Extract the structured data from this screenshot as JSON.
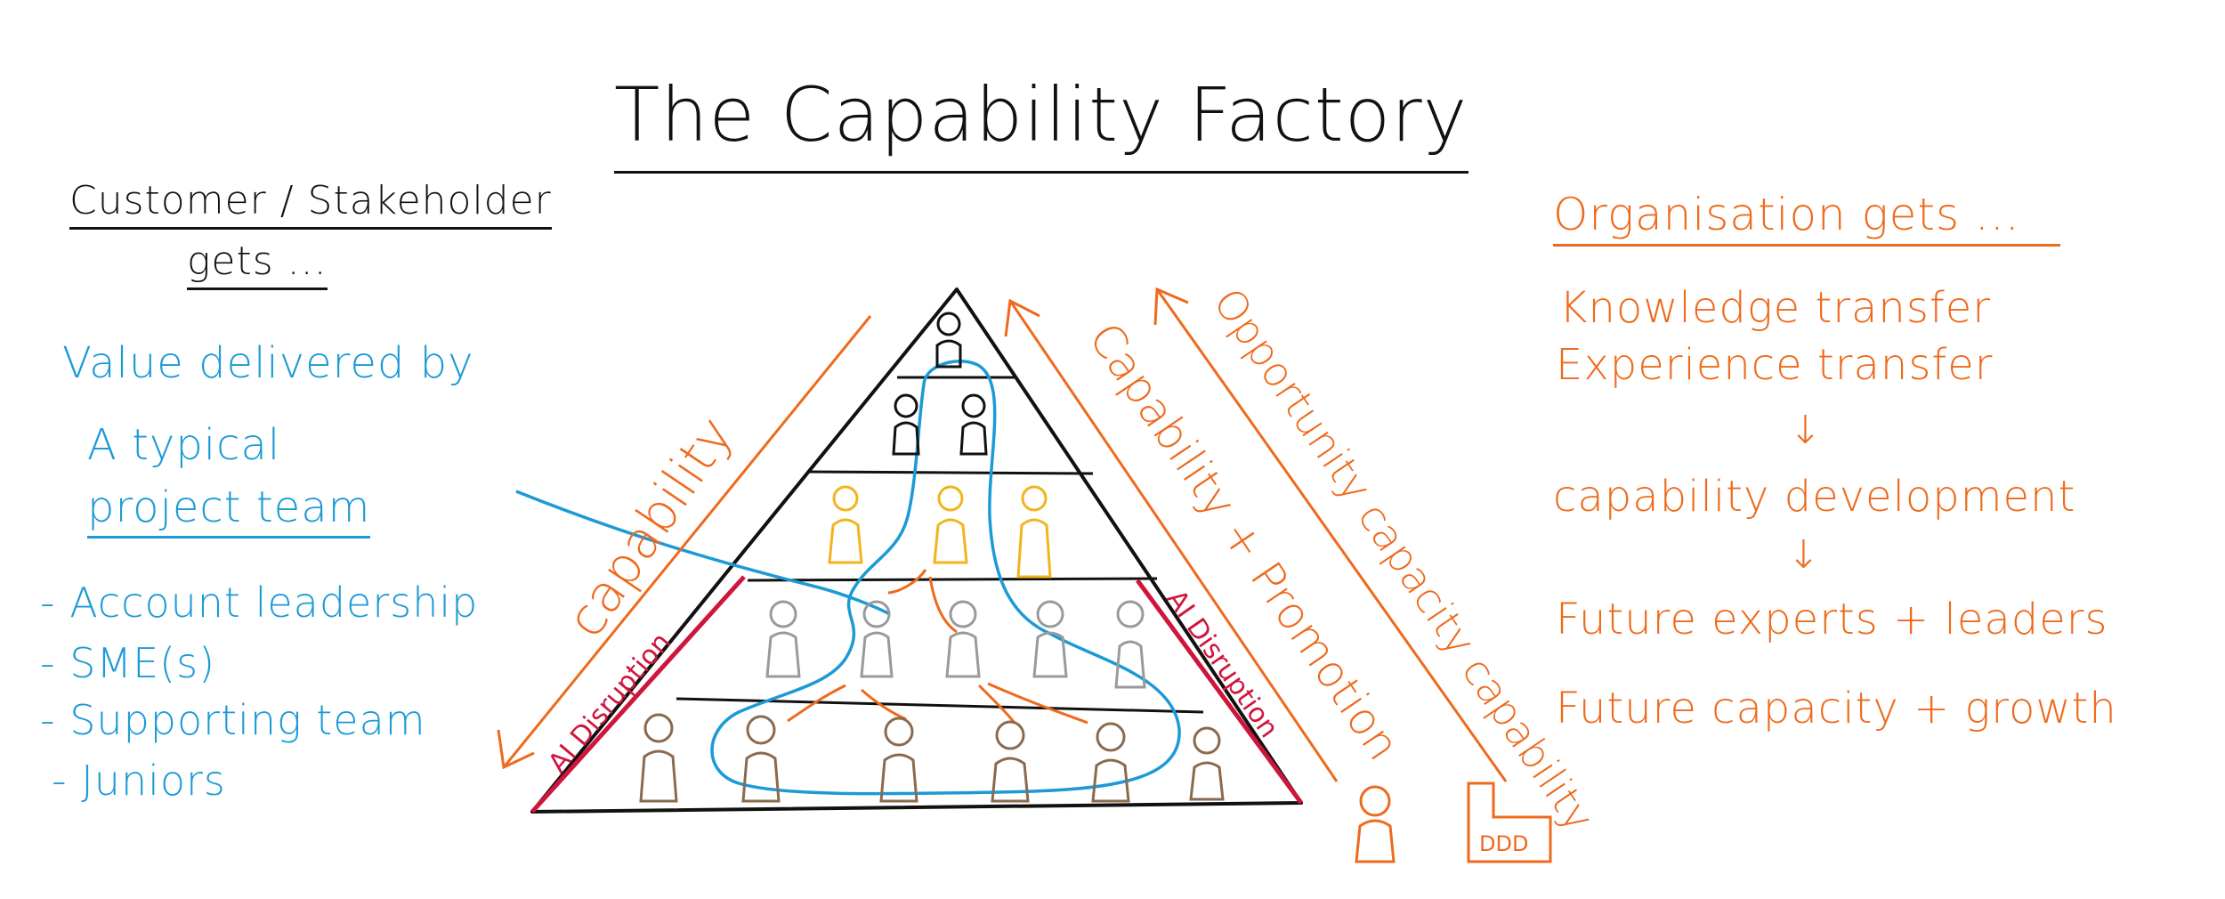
{
  "title": "The Capability Factory",
  "left": {
    "heading_line1": "Customer / Stakeholder",
    "heading_line2": "gets ...",
    "value_line": "Value delivered by",
    "team_line1": "A typical",
    "team_line2": "project team",
    "items": [
      "- Account leadership",
      "- SME(s)",
      "- Supporting team",
      "- Juniors"
    ]
  },
  "right": {
    "heading": "Organisation gets ...",
    "line1": "Knowledge transfer",
    "line2": "Experience transfer",
    "line3": "capability development",
    "line4": "Future experts + leaders",
    "line5": "Future capacity + growth",
    "arrow_glyph": "↓"
  },
  "pyramid": {
    "left_arrow_label": "capability",
    "right_arrow1_label": "Capability + Promotion",
    "right_arrow2_label": "Opportunity capacity capability",
    "disruption_left": "AI Disruption",
    "disruption_right": "AI Disruption",
    "building_label": "DDD"
  },
  "colors": {
    "ink": "#111111",
    "blue": "#1c9ad6",
    "orange": "#ee6a1c",
    "red": "#d0153c",
    "gold": "#f2b41e",
    "grey": "#9a9a9a",
    "brown": "#8a6a4e"
  }
}
